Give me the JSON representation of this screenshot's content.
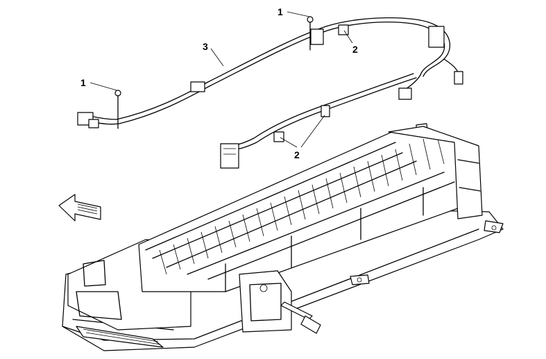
{
  "callouts": [
    {
      "id": "c1a",
      "label": "1"
    },
    {
      "id": "c1b",
      "label": "1"
    },
    {
      "id": "c2a",
      "label": "2"
    },
    {
      "id": "c2b",
      "label": "2"
    },
    {
      "id": "c3",
      "label": "3"
    }
  ],
  "colors": {
    "ink": "#000000",
    "paper": "#ffffff"
  }
}
